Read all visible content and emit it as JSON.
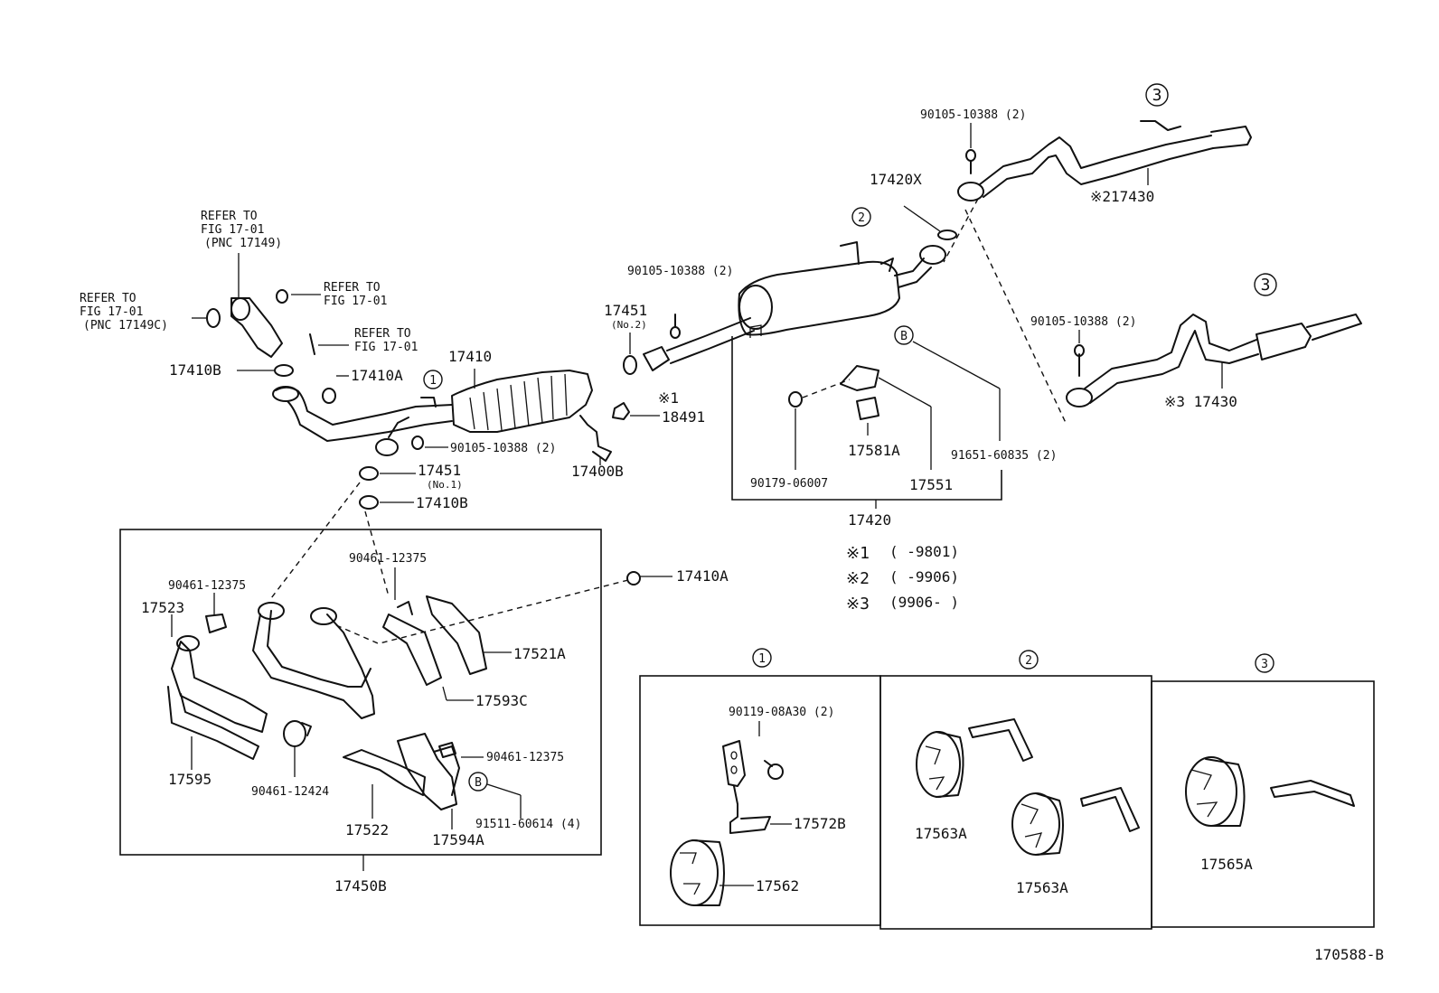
{
  "parts": {
    "p17410": "17410",
    "p17410B_top": "17410B",
    "p17410A_top": "17410A",
    "p90105_cat": "90105-10388 (2)",
    "p17451_no1": "17451",
    "p17451_no1_sub": "(No.1)",
    "p17410B_low": "17410B",
    "p17400B": "17400B",
    "p18491": "18491",
    "p17451_no2": "17451",
    "p17451_no2_sub": "(No.2)",
    "p90105_mid": "90105-10388 (2)",
    "p17420X": "17420X",
    "p90105_top": "90105-10388 (2)",
    "p17430_2": "※217430",
    "p90105_right": "90105-10388 (2)",
    "p17430_3": "※3 17430",
    "p17581A": "17581A",
    "p17551": "17551",
    "p91651": "91651-60835 (2)",
    "p90179": "90179-06007",
    "p17420": "17420",
    "p17410A_mid": "17410A",
    "p90461_a": "90461-12375",
    "p90461_b": "90461-12375",
    "p17523": "17523",
    "p17521A": "17521A",
    "p17593C": "17593C",
    "p90461_c": "90461-12375",
    "p17595": "17595",
    "p90461_12424": "90461-12424",
    "p17522": "17522",
    "p17594A": "17594A",
    "p91511": "91511-60614 (4)",
    "p17450B": "17450B",
    "p90119": "90119-08A30 (2)",
    "p17572B": "17572B",
    "p17562": "17562",
    "p17563A_1": "17563A",
    "p17563A_2": "17563A",
    "p17565A": "17565A"
  },
  "refs": {
    "ref1_l1": "REFER TO",
    "ref1_l2": "FIG 17-01",
    "ref1_l3": "(PNC 17149)",
    "ref2_l1": "REFER TO",
    "ref2_l2": "FIG 17-01",
    "ref2_l3": "(PNC 17149C)",
    "ref3_l1": "REFER TO",
    "ref3_l2": "FIG 17-01",
    "ref4_l1": "REFER TO",
    "ref4_l2": "FIG 17-01"
  },
  "markers": {
    "c1": "1",
    "c2": "2",
    "c3": "3",
    "b": "B",
    "star1": "※1"
  },
  "notes": {
    "n1_mark": "※1",
    "n1_text": "(      -9801)",
    "n2_mark": "※2",
    "n2_text": "(      -9906)",
    "n3_mark": "※3",
    "n3_text": "(9906-      )"
  },
  "figure_code": "170588-B"
}
